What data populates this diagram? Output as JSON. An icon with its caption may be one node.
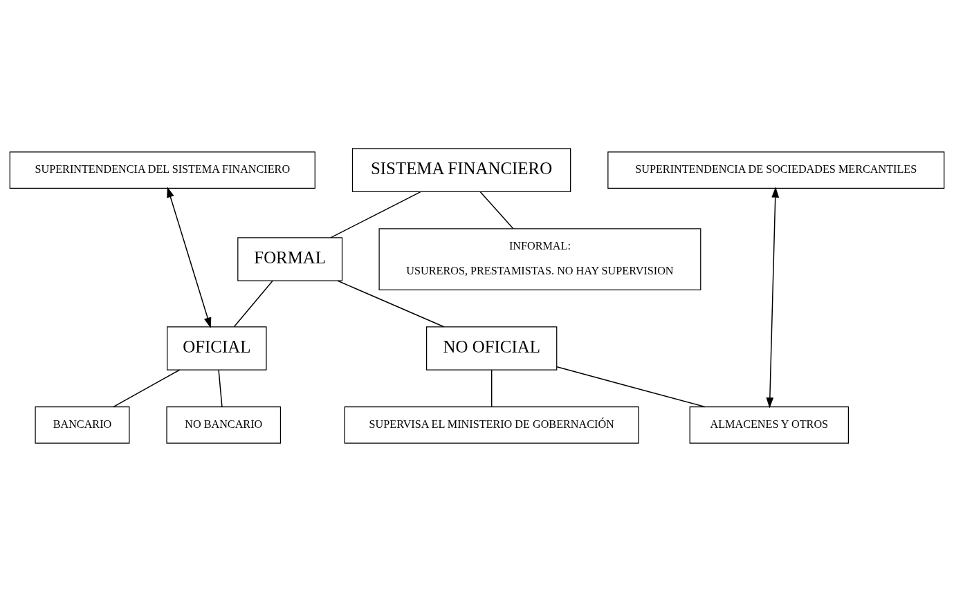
{
  "diagram": {
    "nodes": [
      {
        "text": [
          "SUPERINTENDENCIA DEL SISTEMA FINANCIERO"
        ]
      },
      {
        "text": [
          "SISTEMA FINANCIERO"
        ]
      },
      {
        "text": [
          "SUPERINTENDENCIA DE SOCIEDADES MERCANTILES"
        ]
      },
      {
        "text": [
          "FORMAL"
        ]
      },
      {
        "text": [
          "INFORMAL:",
          "USUREROS, PRESTAMISTAS. NO HAY SUPERVISION"
        ]
      },
      {
        "text": [
          "OFICIAL"
        ]
      },
      {
        "text": [
          "NO OFICIAL"
        ]
      },
      {
        "text": [
          "BANCARIO"
        ]
      },
      {
        "text": [
          "NO BANCARIO"
        ]
      },
      {
        "text": [
          "ALMACENES Y OTROS"
        ]
      },
      {
        "text": [
          "SUPERVISA EL MINISTERIO DE GOBERNACIÓN"
        ]
      }
    ],
    "edges": [
      {
        "from": 1,
        "to": 3,
        "arrow": "none"
      },
      {
        "from": 1,
        "to": 4,
        "arrow": "none"
      },
      {
        "from": 0,
        "to": 5,
        "arrow": "both"
      },
      {
        "from": 3,
        "to": 5,
        "arrow": "none"
      },
      {
        "from": 3,
        "to": 6,
        "arrow": "none"
      },
      {
        "from": 5,
        "to": 7,
        "arrow": "none"
      },
      {
        "from": 5,
        "to": 8,
        "arrow": "none"
      },
      {
        "from": 6,
        "to": 10,
        "arrow": "none"
      },
      {
        "from": 6,
        "to": 9,
        "arrow": "none"
      },
      {
        "from": 2,
        "to": 9,
        "arrow": "both"
      }
    ]
  }
}
